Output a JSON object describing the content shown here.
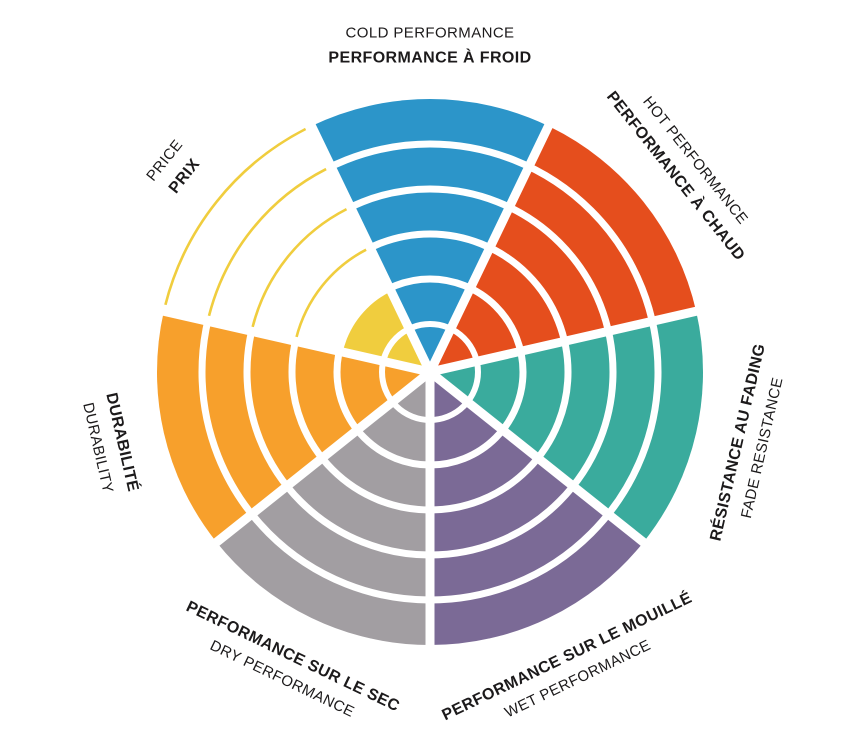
{
  "chart_data": {
    "type": "polar-sector-wheel",
    "description": "Seven-sector bilingual radial rating wheel, 5 concentric rings per sector; filled rings indicate rating, unfilled rings shown as thin outline arcs",
    "ring_count": 5,
    "label_text_color": "#1C1A1B",
    "background_color": "#FFFFFF",
    "sectors": [
      {
        "name": "cold-performance",
        "label_en": "COLD PERFORMANCE",
        "label_fr": "PERFORMANCE À FROID",
        "color": "#2C95C9",
        "value": 5
      },
      {
        "name": "hot-performance",
        "label_en": "HOT PERFORMANCE",
        "label_fr": "PERFORMANCE À CHAUD",
        "color": "#E54E1D",
        "value": 5
      },
      {
        "name": "fade-resistance",
        "label_en": "FADE RESISTANCE",
        "label_fr": "RÉSISTANCE AU FADING",
        "color": "#3AAB9D",
        "value": 5
      },
      {
        "name": "wet-performance",
        "label_en": "WET PERFORMANCE",
        "label_fr": "PERFORMANCE SUR LE MOUILLÉ",
        "color": "#7B6A96",
        "value": 5
      },
      {
        "name": "dry-performance",
        "label_en": "DRY PERFORMANCE",
        "label_fr": "PERFORMANCE SUR LE SEC",
        "color": "#A29EA2",
        "value": 5
      },
      {
        "name": "durability",
        "label_en": "DURABILITY",
        "label_fr": "DURABILITÉ",
        "color": "#F7A02C",
        "value": 5
      },
      {
        "name": "price",
        "label_en": "PRICE",
        "label_fr": "PRIX",
        "color": "#F0CD3E",
        "value": 1
      }
    ]
  }
}
